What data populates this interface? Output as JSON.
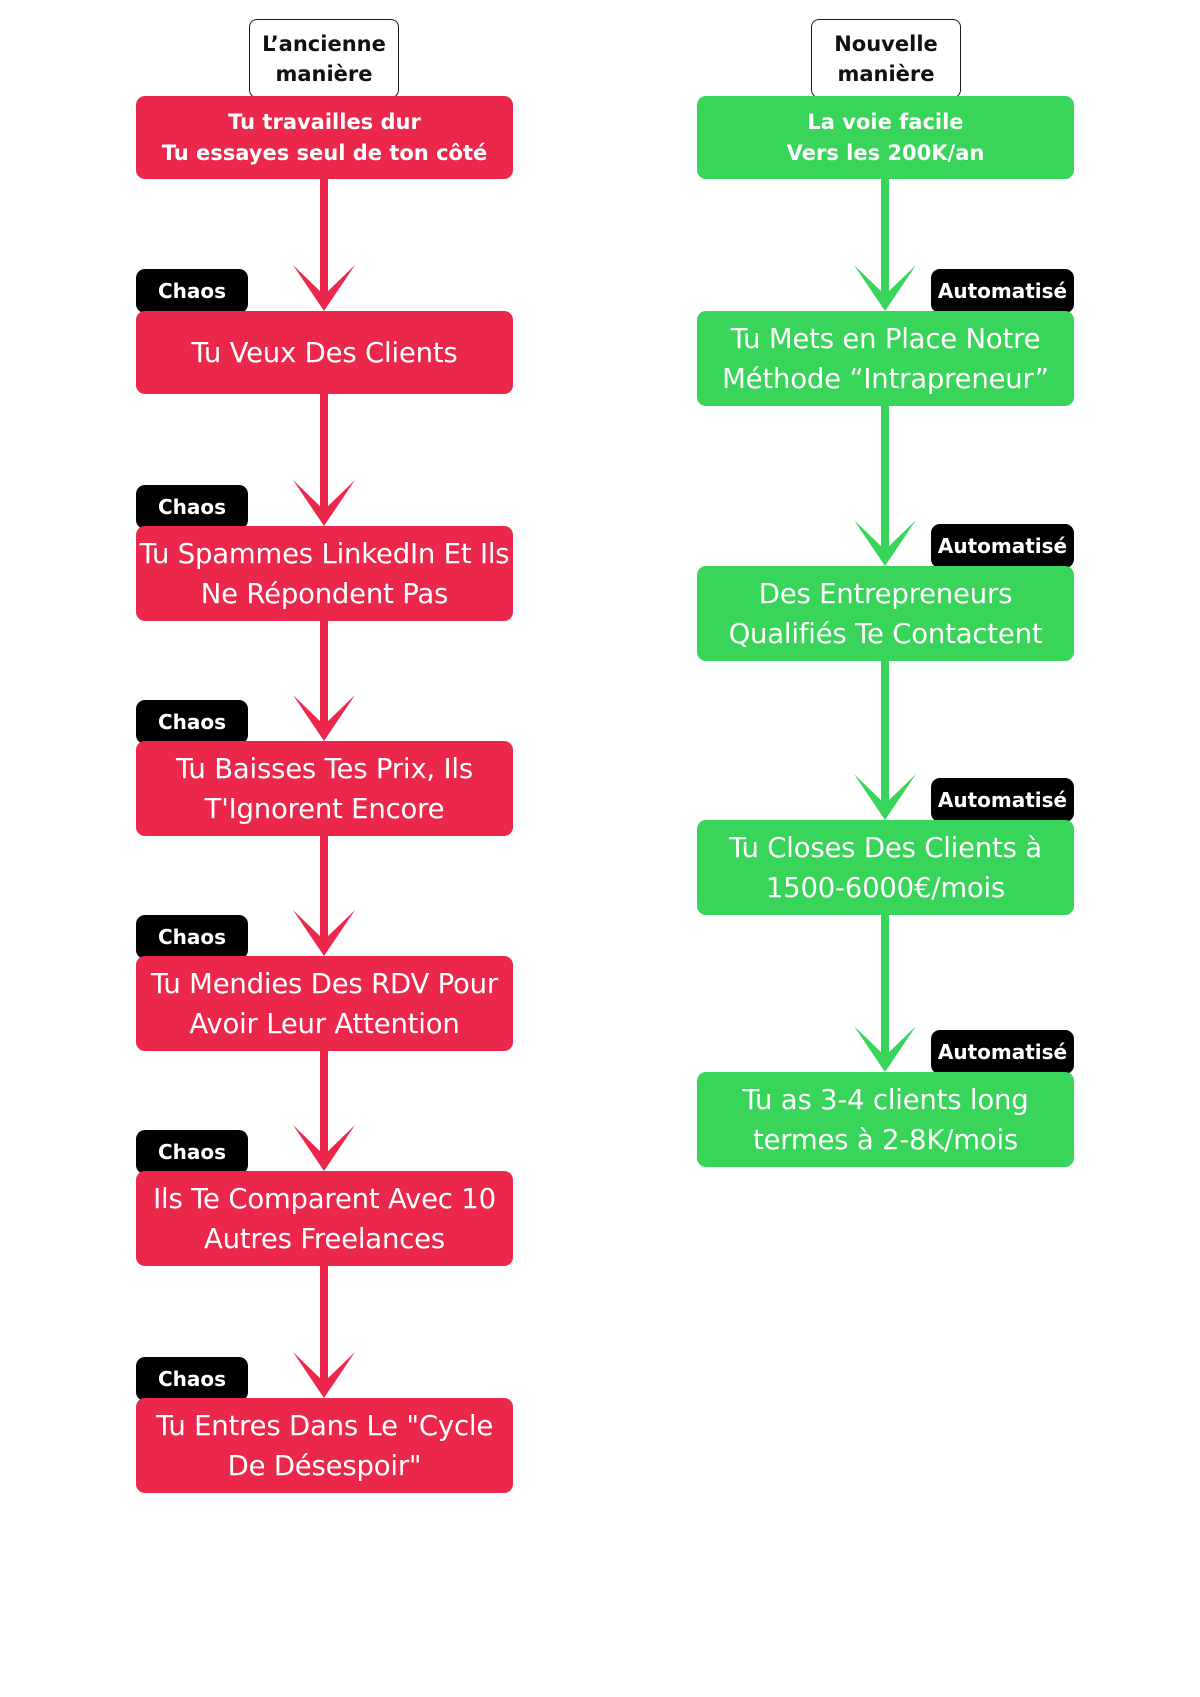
{
  "colors": {
    "old_way": "#ec274c",
    "new_way": "#39d45a",
    "tag_background": "#000000",
    "text_on_box": "#ffffff"
  },
  "old_way": {
    "header": "L’ancienne\nmanière",
    "intro": "Tu travailles dur\nTu essayes seul de ton côté",
    "tag_label": "Chaos",
    "steps": [
      "Tu Veux Des Clients",
      "Tu Spammes LinkedIn Et Ils\nNe Répondent Pas",
      "Tu Baisses Tes Prix, Ils\nT'Ignorent Encore",
      "Tu Mendies Des RDV Pour\nAvoir Leur Attention",
      "Ils Te Comparent Avec 10\nAutres Freelances",
      "Tu Entres Dans Le \"Cycle\nDe Désespoir\""
    ]
  },
  "new_way": {
    "header": "Nouvelle\nmanière",
    "intro": "La voie facile\nVers les 200K/an",
    "tag_label": "Automatisé",
    "steps": [
      "Tu Mets en Place Notre\nMéthode “Intrapreneur”",
      "Des Entrepreneurs\nQualifiés Te Contactent",
      "Tu Closes Des Clients à\n1500-6000€/mois",
      "Tu as 3-4 clients long\ntermes à 2-8K/mois"
    ]
  }
}
